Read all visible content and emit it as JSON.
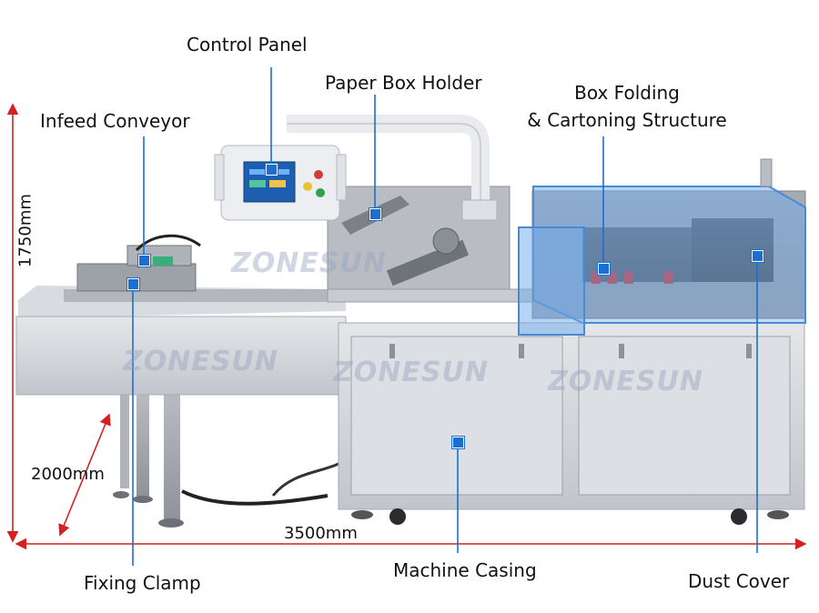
{
  "labels": {
    "control_panel": "Control Panel",
    "paper_box_holder": "Paper Box Holder",
    "infeed_conveyor": "Infeed Conveyor",
    "box_folding_line1": "Box Folding",
    "box_folding_line2": "& Cartoning Structure",
    "fixing_clamp": "Fixing Clamp",
    "machine_casing": "Machine Casing",
    "dust_cover": "Dust Cover"
  },
  "dimensions": {
    "height": "1750mm",
    "depth": "2000mm",
    "length": "3500mm"
  },
  "watermark": "ZONESUN",
  "colors": {
    "callout": "#1a6fd1",
    "dimension": "#d42020",
    "machine_steel": "#c9ccd1",
    "dust_cover_glass": "#7fb3e6"
  }
}
